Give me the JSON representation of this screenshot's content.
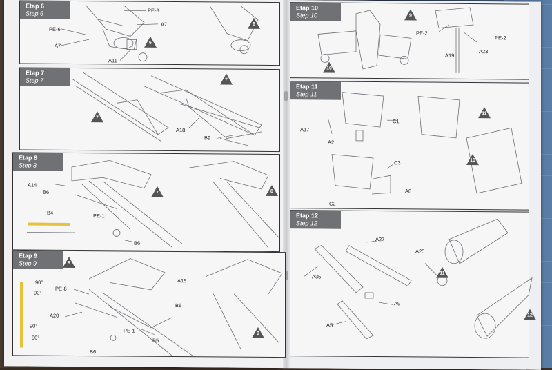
{
  "steps": {
    "s6": {
      "fr": "Etap 6",
      "en": "Step 6",
      "marker": "6",
      "parts": [
        "PE-6",
        "PE-6",
        "A7",
        "A7",
        "A11"
      ]
    },
    "s7": {
      "fr": "Etap 7",
      "en": "Step 7",
      "marker": "7",
      "parts": [
        "A18",
        "B9"
      ]
    },
    "s8": {
      "fr": "Etap 8",
      "en": "Step 8",
      "marker": "8",
      "parts": [
        "A14",
        "B6",
        "B4",
        "PE-1",
        "B6"
      ]
    },
    "s9": {
      "fr": "Etap 9",
      "en": "Step 9",
      "marker": "9",
      "parts": [
        "PE-8",
        "A15",
        "B6",
        "A20",
        "PE-1",
        "B5",
        "B6"
      ],
      "angles": [
        "90°",
        "90°",
        "90°",
        "90°"
      ]
    },
    "s10": {
      "fr": "Etap 10",
      "en": "Step 10",
      "marker": "10",
      "parts": [
        "PE-2",
        "PE-2",
        "A23",
        "A19"
      ]
    },
    "s11": {
      "fr": "Etap 11",
      "en": "Step 11",
      "marker": "11",
      "parts": [
        "A17",
        "C1",
        "A2",
        "C3",
        "A8",
        "C2"
      ]
    },
    "s12": {
      "fr": "Etap 12",
      "en": "Step 12",
      "marker": "12",
      "parts": [
        "A27",
        "A25",
        "A35",
        "A9",
        "A5"
      ]
    }
  },
  "sub_markers": {
    "m6": "6",
    "m7": "7",
    "m8": "8",
    "m9": "9",
    "m10": "10",
    "m11": "11",
    "m12": "12"
  }
}
